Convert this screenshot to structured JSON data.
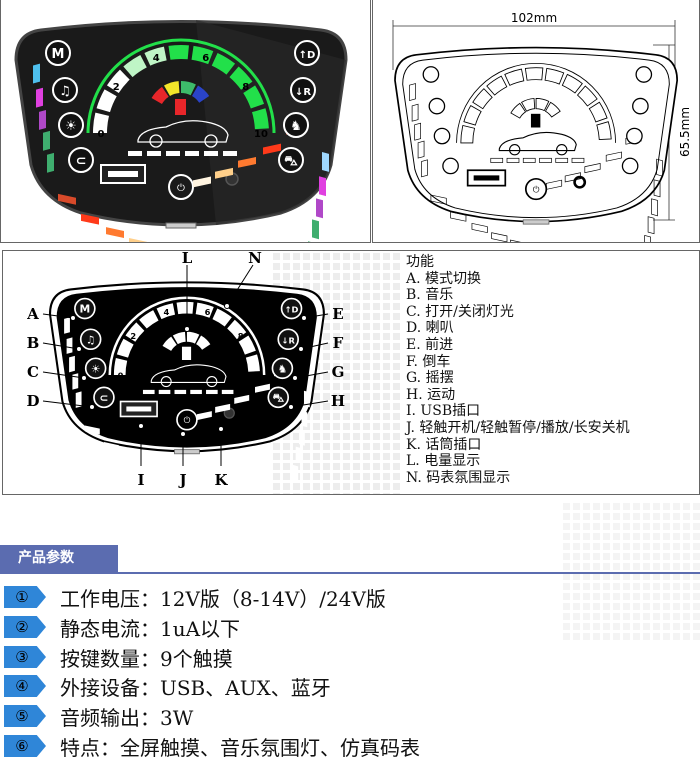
{
  "dimensions": {
    "width_label": "102mm",
    "height_label": "65.5mm"
  },
  "gauge_numbers": [
    "0",
    "2",
    "4",
    "6",
    "8",
    "10"
  ],
  "buttons": [
    {
      "letter": "A",
      "icon": "mode-icon",
      "glyph": "M"
    },
    {
      "letter": "B",
      "icon": "music-note-icon",
      "glyph": "♫"
    },
    {
      "letter": "C",
      "icon": "light-bulb-icon",
      "glyph": "☀"
    },
    {
      "letter": "D",
      "icon": "horn-icon",
      "glyph": "⊂"
    },
    {
      "letter": "E",
      "icon": "forward-icon",
      "glyph": "↑D"
    },
    {
      "letter": "F",
      "icon": "reverse-icon",
      "glyph": "↓R"
    },
    {
      "letter": "G",
      "icon": "rocking-horse-icon",
      "glyph": "♞"
    },
    {
      "letter": "H",
      "icon": "car-icon",
      "glyph": "⛍"
    }
  ],
  "callouts": {
    "L": "L",
    "N": "N",
    "I": "I",
    "J": "J",
    "K": "K"
  },
  "colors": {
    "gauge_green": "#22e04a",
    "fuel_segments": [
      "#e8262a",
      "#f2e52a",
      "#3dbb6a",
      "#2a44c8"
    ],
    "accent_blue": "#2f86d8",
    "tab_blue": "#5b6cb0"
  },
  "functions": {
    "title": "功能",
    "items": [
      "A. 模式切换",
      "B. 音乐",
      "C. 打开/关闭灯光",
      "D. 喇叭",
      "E. 前进",
      "F. 倒车",
      "G. 摇摆",
      "H. 运动",
      "I. USB插口",
      "J. 轻触开机/轻触暂停/播放/长安关机",
      "K. 话筒插口",
      "L. 电量显示",
      "N. 码表氛围显示"
    ]
  },
  "params": {
    "title": "产品参数",
    "items": [
      {
        "num": "①",
        "text": "工作电压：12V版（8-14V）/24V版"
      },
      {
        "num": "②",
        "text": "静态电流：1uA以下"
      },
      {
        "num": "③",
        "text": "按键数量：9个触摸"
      },
      {
        "num": "④",
        "text": "外接设备：USB、AUX、蓝牙"
      },
      {
        "num": "⑤",
        "text": "音频输出：3W"
      },
      {
        "num": "⑥",
        "text": "特点：全屏触摸、音乐氛围灯、仿真码表"
      }
    ]
  }
}
